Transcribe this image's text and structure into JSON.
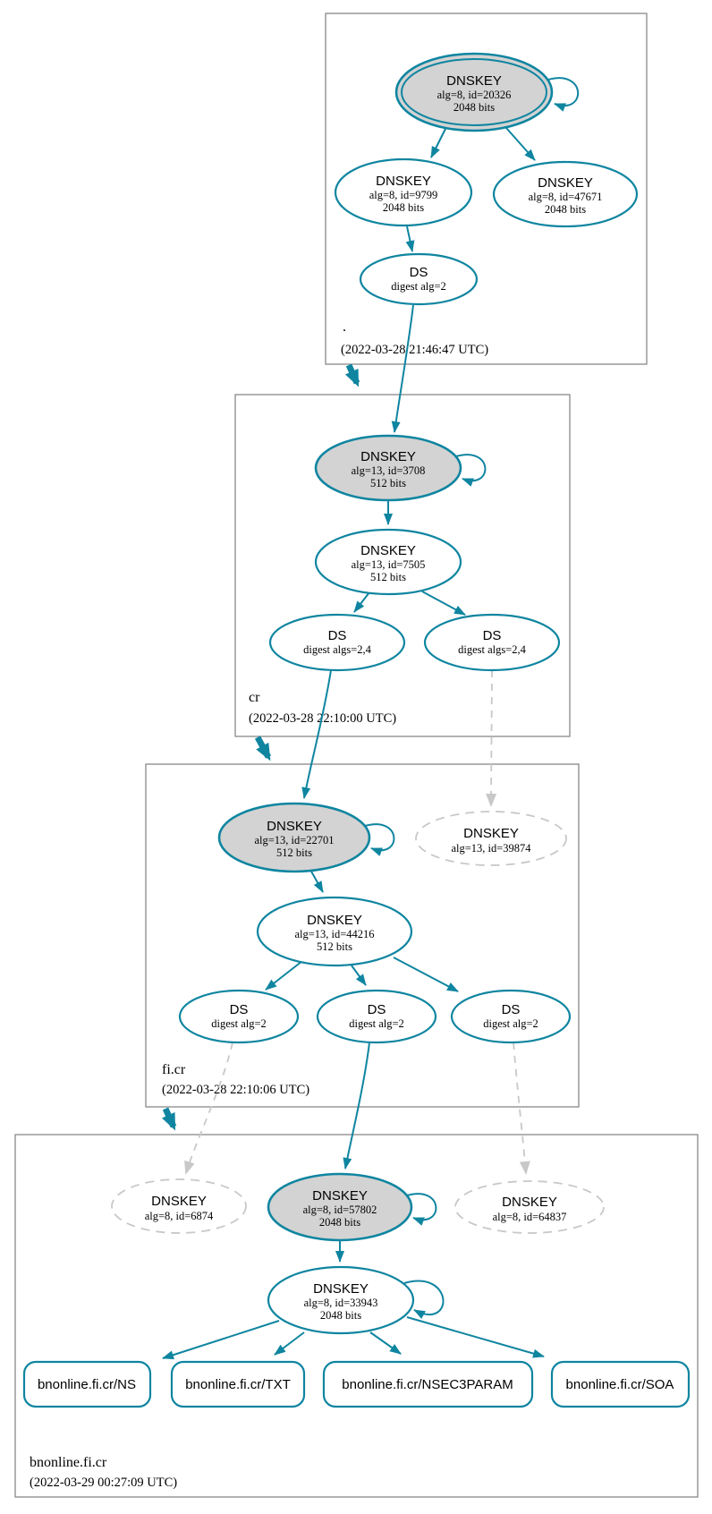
{
  "colors": {
    "secure_teal": "#0f85a0",
    "node_fill_gray": "#d3d3d3",
    "missing_dashed_gray": "#c8c8c8",
    "zone_border_gray": "#7f7f7f",
    "background": "#ffffff"
  },
  "zones": [
    {
      "label": ".",
      "timestamp": "(2022-03-28 21:46:47 UTC)"
    },
    {
      "label": "cr",
      "timestamp": "(2022-03-28 22:10:00 UTC)"
    },
    {
      "label": "fi.cr",
      "timestamp": "(2022-03-28 22:10:06 UTC)"
    },
    {
      "label": "bnonline.fi.cr",
      "timestamp": "(2022-03-29 00:27:09 UTC)"
    }
  ],
  "nodes": {
    "root_ksk": {
      "title": "DNSKEY",
      "detail": "alg=8, id=20326",
      "bits": "2048 bits"
    },
    "root_zsk_9799": {
      "title": "DNSKEY",
      "detail": "alg=8, id=9799",
      "bits": "2048 bits"
    },
    "root_zsk_47671": {
      "title": "DNSKEY",
      "detail": "alg=8, id=47671",
      "bits": "2048 bits"
    },
    "root_ds": {
      "title": "DS",
      "detail": "digest alg=2"
    },
    "cr_ksk": {
      "title": "DNSKEY",
      "detail": "alg=13, id=3708",
      "bits": "512 bits"
    },
    "cr_zsk": {
      "title": "DNSKEY",
      "detail": "alg=13, id=7505",
      "bits": "512 bits"
    },
    "cr_ds_left": {
      "title": "DS",
      "detail": "digest algs=2,4"
    },
    "cr_ds_right": {
      "title": "DS",
      "detail": "digest algs=2,4"
    },
    "ficr_ksk": {
      "title": "DNSKEY",
      "detail": "alg=13, id=22701",
      "bits": "512 bits"
    },
    "ficr_missing_key": {
      "title": "DNSKEY",
      "detail": "alg=13, id=39874"
    },
    "ficr_zsk": {
      "title": "DNSKEY",
      "detail": "alg=13, id=44216",
      "bits": "512 bits"
    },
    "ficr_ds_left": {
      "title": "DS",
      "detail": "digest alg=2"
    },
    "ficr_ds_mid": {
      "title": "DS",
      "detail": "digest alg=2"
    },
    "ficr_ds_right": {
      "title": "DS",
      "detail": "digest alg=2"
    },
    "bn_missing_key_left": {
      "title": "DNSKEY",
      "detail": "alg=8, id=6874"
    },
    "bn_ksk": {
      "title": "DNSKEY",
      "detail": "alg=8, id=57802",
      "bits": "2048 bits"
    },
    "bn_missing_key_right": {
      "title": "DNSKEY",
      "detail": "alg=8, id=64837"
    },
    "bn_zsk": {
      "title": "DNSKEY",
      "detail": "alg=8, id=33943",
      "bits": "2048 bits"
    },
    "rrset_ns": {
      "label": "bnonline.fi.cr/NS"
    },
    "rrset_txt": {
      "label": "bnonline.fi.cr/TXT"
    },
    "rrset_nsec3param": {
      "label": "bnonline.fi.cr/NSEC3PARAM"
    },
    "rrset_soa": {
      "label": "bnonline.fi.cr/SOA"
    }
  },
  "edges": [
    {
      "from": "root_ksk",
      "to": "root_ksk",
      "style": "solid"
    },
    {
      "from": "root_ksk",
      "to": "root_zsk_9799",
      "style": "solid"
    },
    {
      "from": "root_ksk",
      "to": "root_zsk_47671",
      "style": "solid"
    },
    {
      "from": "root_zsk_9799",
      "to": "root_ds",
      "style": "solid"
    },
    {
      "from": "root_ds",
      "to": "cr_ksk",
      "style": "solid"
    },
    {
      "from": "cr_ksk",
      "to": "cr_ksk",
      "style": "solid"
    },
    {
      "from": "cr_ksk",
      "to": "cr_zsk",
      "style": "solid"
    },
    {
      "from": "cr_zsk",
      "to": "cr_ds_left",
      "style": "solid"
    },
    {
      "from": "cr_zsk",
      "to": "cr_ds_right",
      "style": "solid"
    },
    {
      "from": "cr_ds_left",
      "to": "ficr_ksk",
      "style": "solid"
    },
    {
      "from": "cr_ds_right",
      "to": "ficr_missing_key",
      "style": "dashed"
    },
    {
      "from": "ficr_ksk",
      "to": "ficr_ksk",
      "style": "solid"
    },
    {
      "from": "ficr_ksk",
      "to": "ficr_zsk",
      "style": "solid"
    },
    {
      "from": "ficr_zsk",
      "to": "ficr_ds_left",
      "style": "solid"
    },
    {
      "from": "ficr_zsk",
      "to": "ficr_ds_mid",
      "style": "solid"
    },
    {
      "from": "ficr_zsk",
      "to": "ficr_ds_right",
      "style": "solid"
    },
    {
      "from": "ficr_ds_left",
      "to": "bn_missing_key_left",
      "style": "dashed"
    },
    {
      "from": "ficr_ds_mid",
      "to": "bn_ksk",
      "style": "solid"
    },
    {
      "from": "ficr_ds_right",
      "to": "bn_missing_key_right",
      "style": "dashed"
    },
    {
      "from": "bn_ksk",
      "to": "bn_ksk",
      "style": "solid"
    },
    {
      "from": "bn_ksk",
      "to": "bn_zsk",
      "style": "solid"
    },
    {
      "from": "bn_zsk",
      "to": "bn_zsk",
      "style": "solid"
    },
    {
      "from": "bn_zsk",
      "to": "rrset_ns",
      "style": "solid"
    },
    {
      "from": "bn_zsk",
      "to": "rrset_txt",
      "style": "solid"
    },
    {
      "from": "bn_zsk",
      "to": "rrset_nsec3param",
      "style": "solid"
    },
    {
      "from": "bn_zsk",
      "to": "rrset_soa",
      "style": "solid"
    }
  ]
}
